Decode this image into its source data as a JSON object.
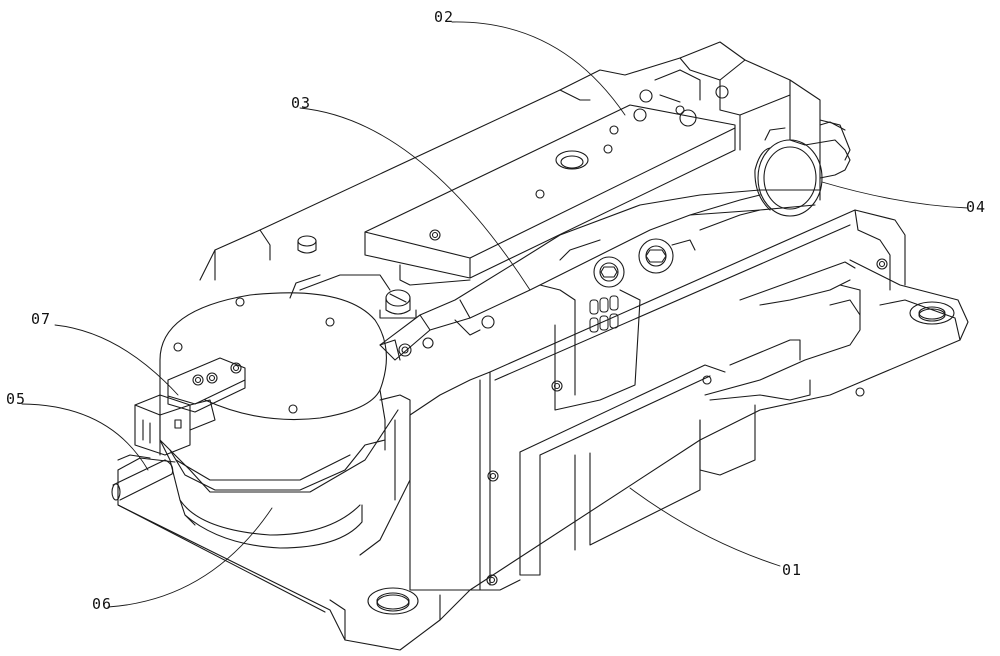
{
  "figure": {
    "labels": [
      {
        "id": "label-01",
        "text": "01"
      },
      {
        "id": "label-02",
        "text": "02"
      },
      {
        "id": "label-03",
        "text": "03"
      },
      {
        "id": "label-04",
        "text": "04"
      },
      {
        "id": "label-05",
        "text": "05"
      },
      {
        "id": "label-06",
        "text": "06"
      },
      {
        "id": "label-07",
        "text": "07"
      }
    ],
    "colors": {
      "line": "#1a1a1a",
      "hatch": "#222222",
      "background": "#ffffff"
    }
  }
}
